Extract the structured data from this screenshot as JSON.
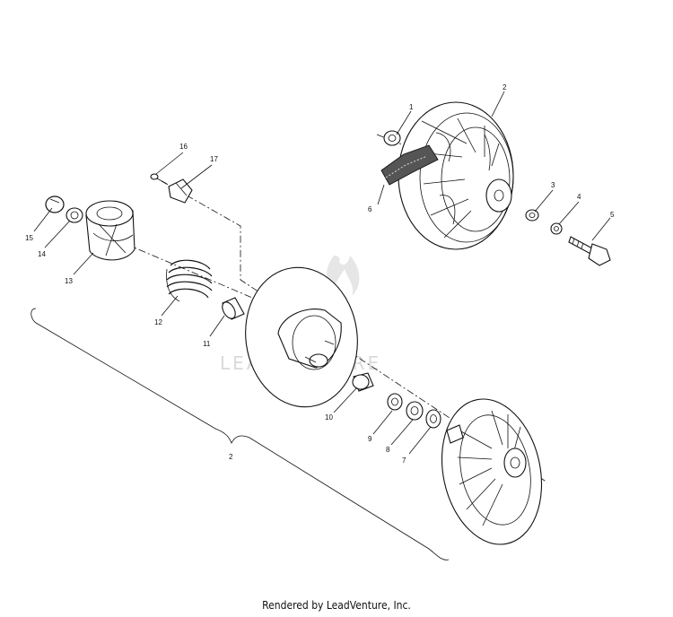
{
  "watermark": {
    "brand": "LEADVENTURE"
  },
  "callouts": {
    "c1": "1",
    "c2_top": "2",
    "c3": "3",
    "c4": "4",
    "c5": "5",
    "c6": "6",
    "c7": "7",
    "c8": "8",
    "c9": "9",
    "c10": "10",
    "c11": "11",
    "c12": "12",
    "c13": "13",
    "c14": "14",
    "c15": "15",
    "c16": "16",
    "c17": "17",
    "c2_bottom": "2"
  },
  "footer": {
    "text": "Rendered by LeadVenture, Inc."
  }
}
